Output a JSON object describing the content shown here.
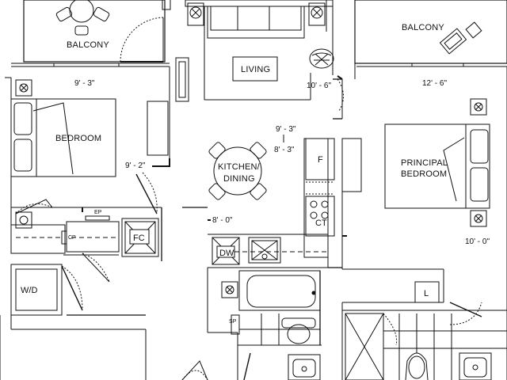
{
  "rooms": {
    "balcony_left": "BALCONY",
    "balcony_right": "BALCONY",
    "living": "LIVING",
    "bedroom": "BEDROOM",
    "kitchen_line1": "KITCHEN/",
    "kitchen_line2": "DINING",
    "principal_line1": "PRINCIPAL",
    "principal_line2": "BEDROOM"
  },
  "dimensions": {
    "bedroom_width": "9' - 3\"",
    "living_width": "10' - 6\"",
    "balcony_right_width": "12' - 6\"",
    "kitchen_width_top": "9' - 3\"",
    "kitchen_depth": "8' - 3\"",
    "bedroom_depth": "9' - 2\"",
    "kitchen_bottom": "8' - 0\"",
    "principal_width": "10' - 0\""
  },
  "appliances": {
    "fridge": "F",
    "cooktop": "CT",
    "dishwasher": "DW",
    "laundry": "W/D",
    "furnace": "FC",
    "linen": "L",
    "electrical_panel": "EP",
    "cable_panel": "CP",
    "sprinkler": "SP"
  },
  "colors": {
    "line": "#111111",
    "background": "#ffffff"
  }
}
